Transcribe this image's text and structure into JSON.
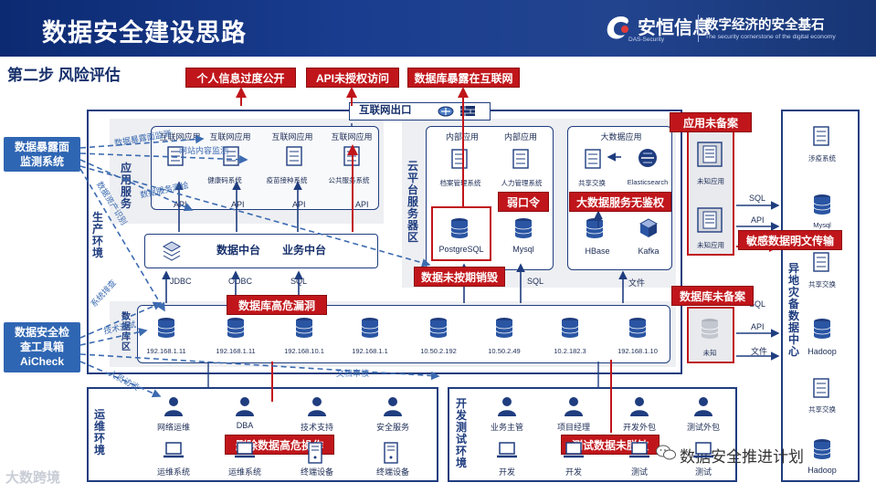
{
  "header": {
    "title": "数据安全建设思路",
    "brand_cn": "安恒信息",
    "brand_sub": "DAS-Security",
    "slogan": "数字经济的安全基石",
    "slogan_en": "The security cornerstone of the digital economy"
  },
  "step_title": "第二步 风险评估",
  "risk_tags": {
    "top1": "个人信息过度公开",
    "top2": "API未授权访问",
    "top3": "数据库暴露在互联网",
    "app_unregistered": "应用未备案",
    "weak_password": "弱口令",
    "bigdata_noauth": "大数据服务无鉴权",
    "sensitive_plain": "敏感数据明文传输",
    "db_unregistered": "数据库未备案",
    "data_not_destroyed": "数据未按期销毁",
    "db_high_risk": "数据库高危漏洞",
    "delete_high_risk": "删除数据高危操作",
    "test_not_masked": "测试数据未脱敏"
  },
  "side_tools": {
    "exposure_monitor": "数据暴露面\n监测系统",
    "aicheck": "数据安全检\n查工具箱\nAiCheck"
  },
  "internet_exit": "互联网出口",
  "zones": {
    "production": "生\n产\n环\n境",
    "app_service": "应\n用\n服\n务",
    "cloud": "云\n平\n台\n服\n务\n器\n区",
    "db_zone": "数\n据\n库\n区",
    "backup": "异\n地\n灾\n备\n数\n据\n中\n心",
    "ops": "运\n维\n环\n境",
    "devtest": "开\n发\n测\n试\n环\n境"
  },
  "apps": {
    "internet_app": "互联网应用",
    "health_code": "健康码系统",
    "vaccine": "疫苗接种系统",
    "public_service": "公共服务系统",
    "internal_app": "内部应用",
    "archive": "档案管理系统",
    "hr": "人力管理系统",
    "bigdata_app": "大数据应用",
    "shared_exchange": "共享交换",
    "elasticsearch": "Elasticsearch",
    "postgresql": "PostgreSQL",
    "mysql": "Mysql",
    "hbase": "HBase",
    "kafka": "Kafka",
    "unknown_app": "未知应用",
    "unknown": "未知"
  },
  "platform": {
    "data_center": "数据中台",
    "biz_center": "业务中台"
  },
  "connectors": {
    "api": "API",
    "jdbc": "JDBC",
    "odbc": "ODBC",
    "sql": "SQL",
    "file": "文件"
  },
  "db_ips": [
    "192.168.1.11",
    "192.168.1.11",
    "192.168.10.1",
    "192.168.1.1",
    "10.50.2.192",
    "10.50.2.49",
    "10.2.182.3",
    "192.168.1.10"
  ],
  "backup_items": {
    "gov": "涉疫系统",
    "mysql": "Mysql",
    "share": "共享交换",
    "hadoop": "Hadoop"
  },
  "monitor_labels": {
    "exposure": "数据暴露面监测",
    "website": "网站内容监测",
    "service": "数据服务测绘",
    "asset": "数据资产识别",
    "system": "系统排查",
    "tech_test": "技术测试",
    "doc_audit": "文档审核",
    "interview": "人员访谈"
  },
  "ops_roles": [
    "网络运维",
    "DBA",
    "技术支持",
    "安全服务"
  ],
  "ops_items": [
    "运维系统",
    "运维系统",
    "终端设备",
    "终端设备"
  ],
  "dev_roles": [
    "业务主管",
    "项目经理",
    "开发外包",
    "测试外包"
  ],
  "dev_items": [
    "开发",
    "开发",
    "测试",
    "测试"
  ],
  "watermark": "大数跨境",
  "wechat_label": "数据安全推进计划",
  "colors": {
    "navy": "#1f3d7f",
    "red": "#c0161b",
    "blue": "#2f66b3"
  }
}
